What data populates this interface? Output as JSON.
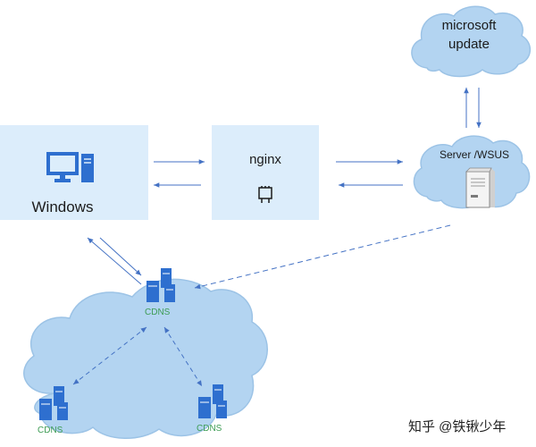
{
  "nodes": {
    "windows": {
      "label": "Windows",
      "icon": "desktop-computer-icon"
    },
    "nginx": {
      "label": "nginx",
      "icon": "chip-icon"
    },
    "wsus": {
      "label": "Server /WSUS",
      "icon": "server-tower-icon"
    },
    "microsoft_update": {
      "line1": "microsoft",
      "line2": "update"
    },
    "cdns": [
      {
        "label": "CDNS",
        "icon": "server-cluster-icon"
      },
      {
        "label": "CDNS",
        "icon": "server-cluster-icon"
      },
      {
        "label": "CDNS",
        "icon": "server-cluster-icon"
      }
    ]
  },
  "watermark": "知乎 @铁锹少年",
  "colors": {
    "box_fill": "#dcedfb",
    "cloud_fill": "#b3d4f1",
    "cloud_stroke": "#9cc3e6",
    "arrow": "#4472c4",
    "icon_blue": "#2e6fcf",
    "cdns_text": "#3d9c54"
  }
}
